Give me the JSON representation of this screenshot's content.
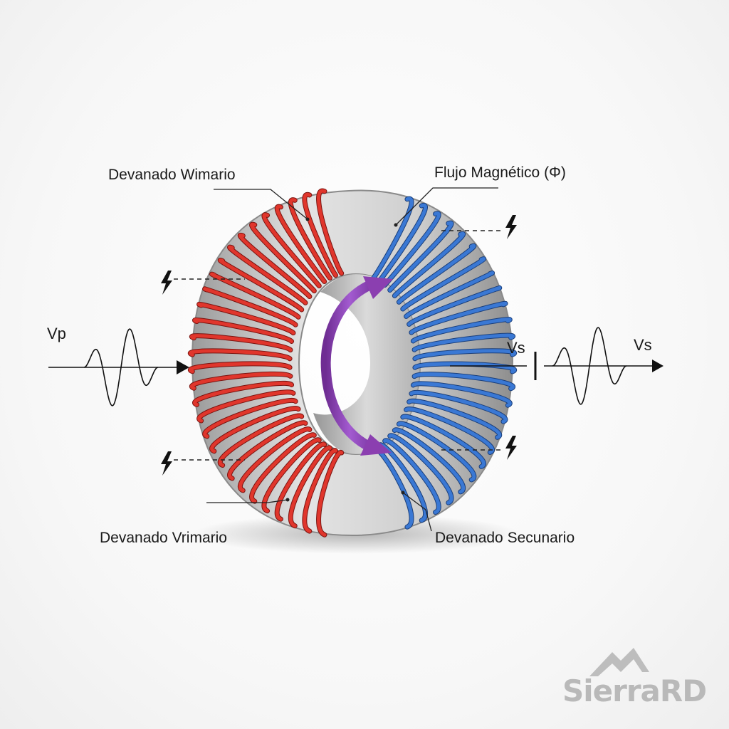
{
  "labels": {
    "top_left": "Devanado Wimario",
    "top_right": "Flujo Magnético (Φ)",
    "bottom_left": "Devanado Vrimario",
    "bottom_right": "Devanado Secunario",
    "vp": "Vp",
    "vs_inner": "Vs",
    "vs_outer": "Vs"
  },
  "logo": {
    "text": "SierraRD",
    "color": "#b9b9b9"
  },
  "colors": {
    "primary_winding": "#e0362c",
    "secondary_winding": "#3a78d4",
    "core": "#c9c9c9",
    "flux_arrow": "#8b3fb0",
    "text": "#1a1a1a"
  },
  "icons": [
    "lightning-icon",
    "lightning-icon",
    "lightning-icon",
    "lightning-icon",
    "mountain-logo-icon"
  ]
}
